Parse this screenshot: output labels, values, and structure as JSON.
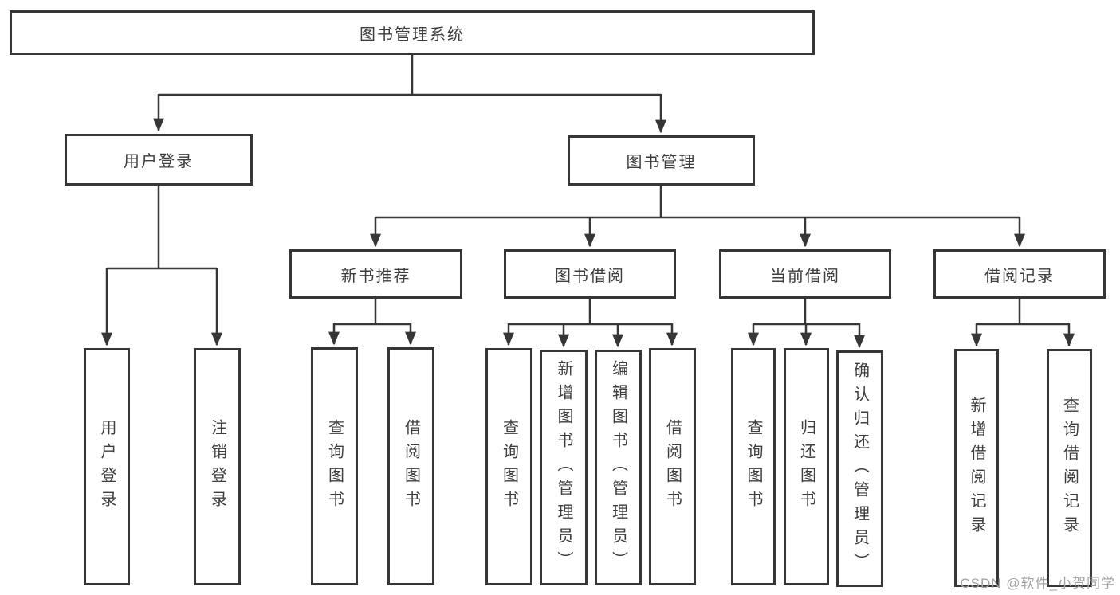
{
  "diagram": {
    "root": "图书管理系统",
    "level2": [
      "用户登录",
      "图书管理"
    ],
    "level3": [
      "新书推荐",
      "图书借阅",
      "当前借阅",
      "借阅记录"
    ],
    "leaves": {
      "user_login": [
        "用户登录",
        "注销登录"
      ],
      "new_book_rec": [
        "查询图书",
        "借阅图书"
      ],
      "book_borrow": [
        "查询图书",
        "新增图书（管理员）",
        "编辑图书（管理员）",
        "借阅图书"
      ],
      "current_borrow": [
        "查询图书",
        "归还图书",
        "确认归还（管理员）"
      ],
      "borrow_record": [
        "新增借阅记录",
        "查询借阅记录"
      ]
    }
  },
  "watermark": "CSDN @软件_小贺同学",
  "colors": {
    "line": "#363636",
    "text": "#3d3d3d",
    "watermark": "#a3a3a3",
    "background": "#ffffff"
  }
}
